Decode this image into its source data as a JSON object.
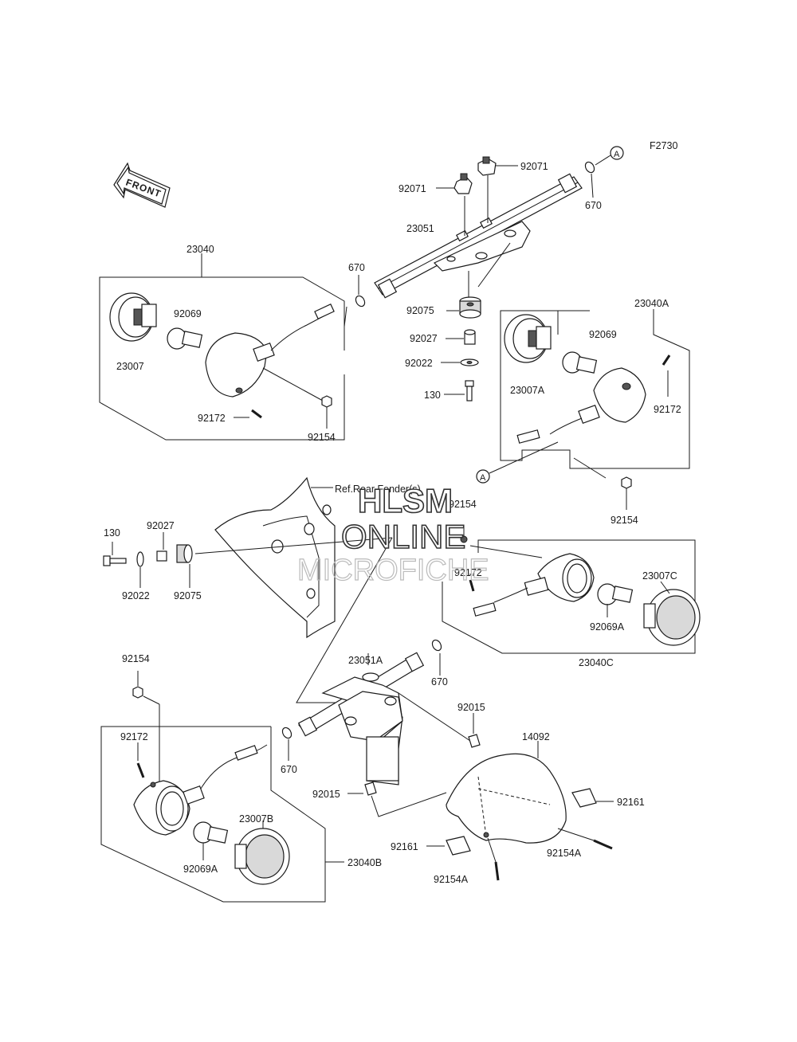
{
  "figure_code": "F2730",
  "front_arrow_text": "FRONT",
  "ref_marker": "A",
  "ref_note": "Ref.Rear Fender(s)",
  "watermark": {
    "line1": "HLSM",
    "line2": "ONLINE",
    "line3": "MICROFICHE"
  },
  "labels": {
    "l92071a": "92071",
    "l92071b": "92071",
    "l670a": "670",
    "l23051": "23051",
    "l23040": "23040",
    "l670b": "670",
    "l92069a": "92069",
    "l23007": "23007",
    "l92172a": "92172",
    "l92154a": "92154",
    "l92075a": "92075",
    "l92027a": "92027",
    "l92022a": "92022",
    "l130a": "130",
    "l23040A": "23040A",
    "l92069b": "92069",
    "l23007A": "23007A",
    "l92172b": "92172",
    "l92154b": "92154",
    "l92154c": "92154",
    "l130b": "130",
    "l92027b": "92027",
    "l92022b": "92022",
    "l92075b": "92075",
    "l92172c": "92172",
    "l23007C": "23007C",
    "l92069A1": "92069A",
    "l23040C": "23040C",
    "l23051A": "23051A",
    "l670c": "670",
    "l92154d": "92154",
    "l92015a": "92015",
    "l14092": "14092",
    "l92172d": "92172",
    "l670d": "670",
    "l92015b": "92015",
    "l92161a": "92161",
    "l23007B": "23007B",
    "l92161b": "92161",
    "l92154Aa": "92154A",
    "l92069A2": "92069A",
    "l23040B": "23040B",
    "l92154Ab": "92154A"
  }
}
